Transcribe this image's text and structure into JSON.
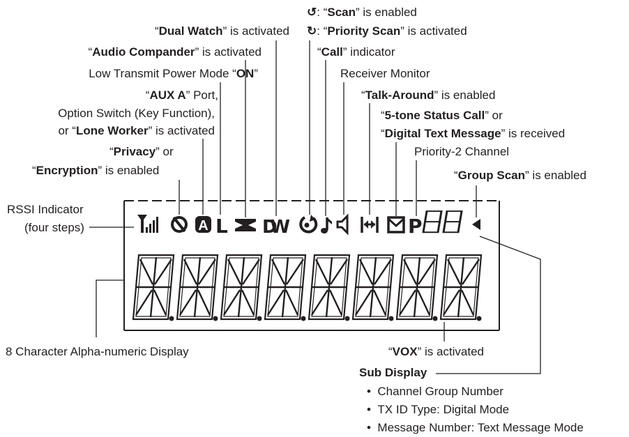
{
  "callouts": {
    "scan": {
      "symbol": "↺",
      "pre": ": “",
      "bold": "Scan",
      "post": "” is enabled"
    },
    "priority_scan": {
      "symbol": "↻",
      "pre": ": “",
      "bold": "Priority Scan",
      "post": "” is activated"
    },
    "dual_watch": {
      "pre": "“",
      "bold": "Dual Watch",
      "post": "” is activated"
    },
    "audio_compander": {
      "pre": "“",
      "bold": "Audio Compander",
      "post": "” is activated"
    },
    "call": {
      "pre": "“",
      "bold": "Call",
      "post": "” indicator"
    },
    "low_power": {
      "pre": "Low Transmit Power Mode “",
      "bold": "ON",
      "post": "”"
    },
    "receiver_monitor": {
      "text": "Receiver Monitor"
    },
    "aux_a_line1": {
      "pre": "“",
      "bold": "AUX A",
      "post": "” Port,"
    },
    "talk_around": {
      "pre": "“",
      "bold": "Talk-Around",
      "post": "” is enabled"
    },
    "aux_a_line2": {
      "text": "Option Switch (Key Function),"
    },
    "five_tone": {
      "pre": "“",
      "bold": "5-tone Status Call",
      "post": "” or"
    },
    "aux_a_line3": {
      "pre": "or “",
      "bold": "Lone Worker",
      "post": "” is activated"
    },
    "digital_text": {
      "pre": "“",
      "bold": "Digital Text Message",
      "post": "” is received"
    },
    "privacy_line1": {
      "pre": "“",
      "bold": "Privacy",
      "post": "” or"
    },
    "priority2": {
      "text": "Priority-2 Channel"
    },
    "privacy_line2": {
      "pre": "“",
      "bold": "Encryption",
      "post": "” is enabled"
    },
    "group_scan": {
      "pre": "“",
      "bold": "Group Scan",
      "post": "” is enabled"
    },
    "rssi_line1": {
      "text": "RSSI Indicator"
    },
    "rssi_line2": {
      "text": "(four steps)"
    },
    "alpha_numeric": {
      "text": "8 Character Alpha-numeric Display"
    },
    "vox": {
      "pre": "“",
      "bold": "VOX",
      "post": "” is activated"
    }
  },
  "sub_display": {
    "title": "Sub Display",
    "bullet": "•",
    "items": [
      "Channel Group Number",
      "TX ID Type: Digital Mode",
      "Message Number: Text Message Mode"
    ]
  },
  "lcd_icons": {
    "lock": "A",
    "low": "L",
    "dual_watch": "DW",
    "priority": "P",
    "sub_digits": "88",
    "char_count": 8
  },
  "icon_names": [
    "rssi-icon",
    "privacy-icon",
    "aux-a-icon",
    "low-power-icon",
    "compander-icon",
    "dual-watch-icon",
    "scan-icon",
    "call-icon",
    "monitor-icon",
    "talk-around-icon",
    "message-icon",
    "priority-2-icon",
    "sub-display-digits",
    "group-scan-icon"
  ]
}
